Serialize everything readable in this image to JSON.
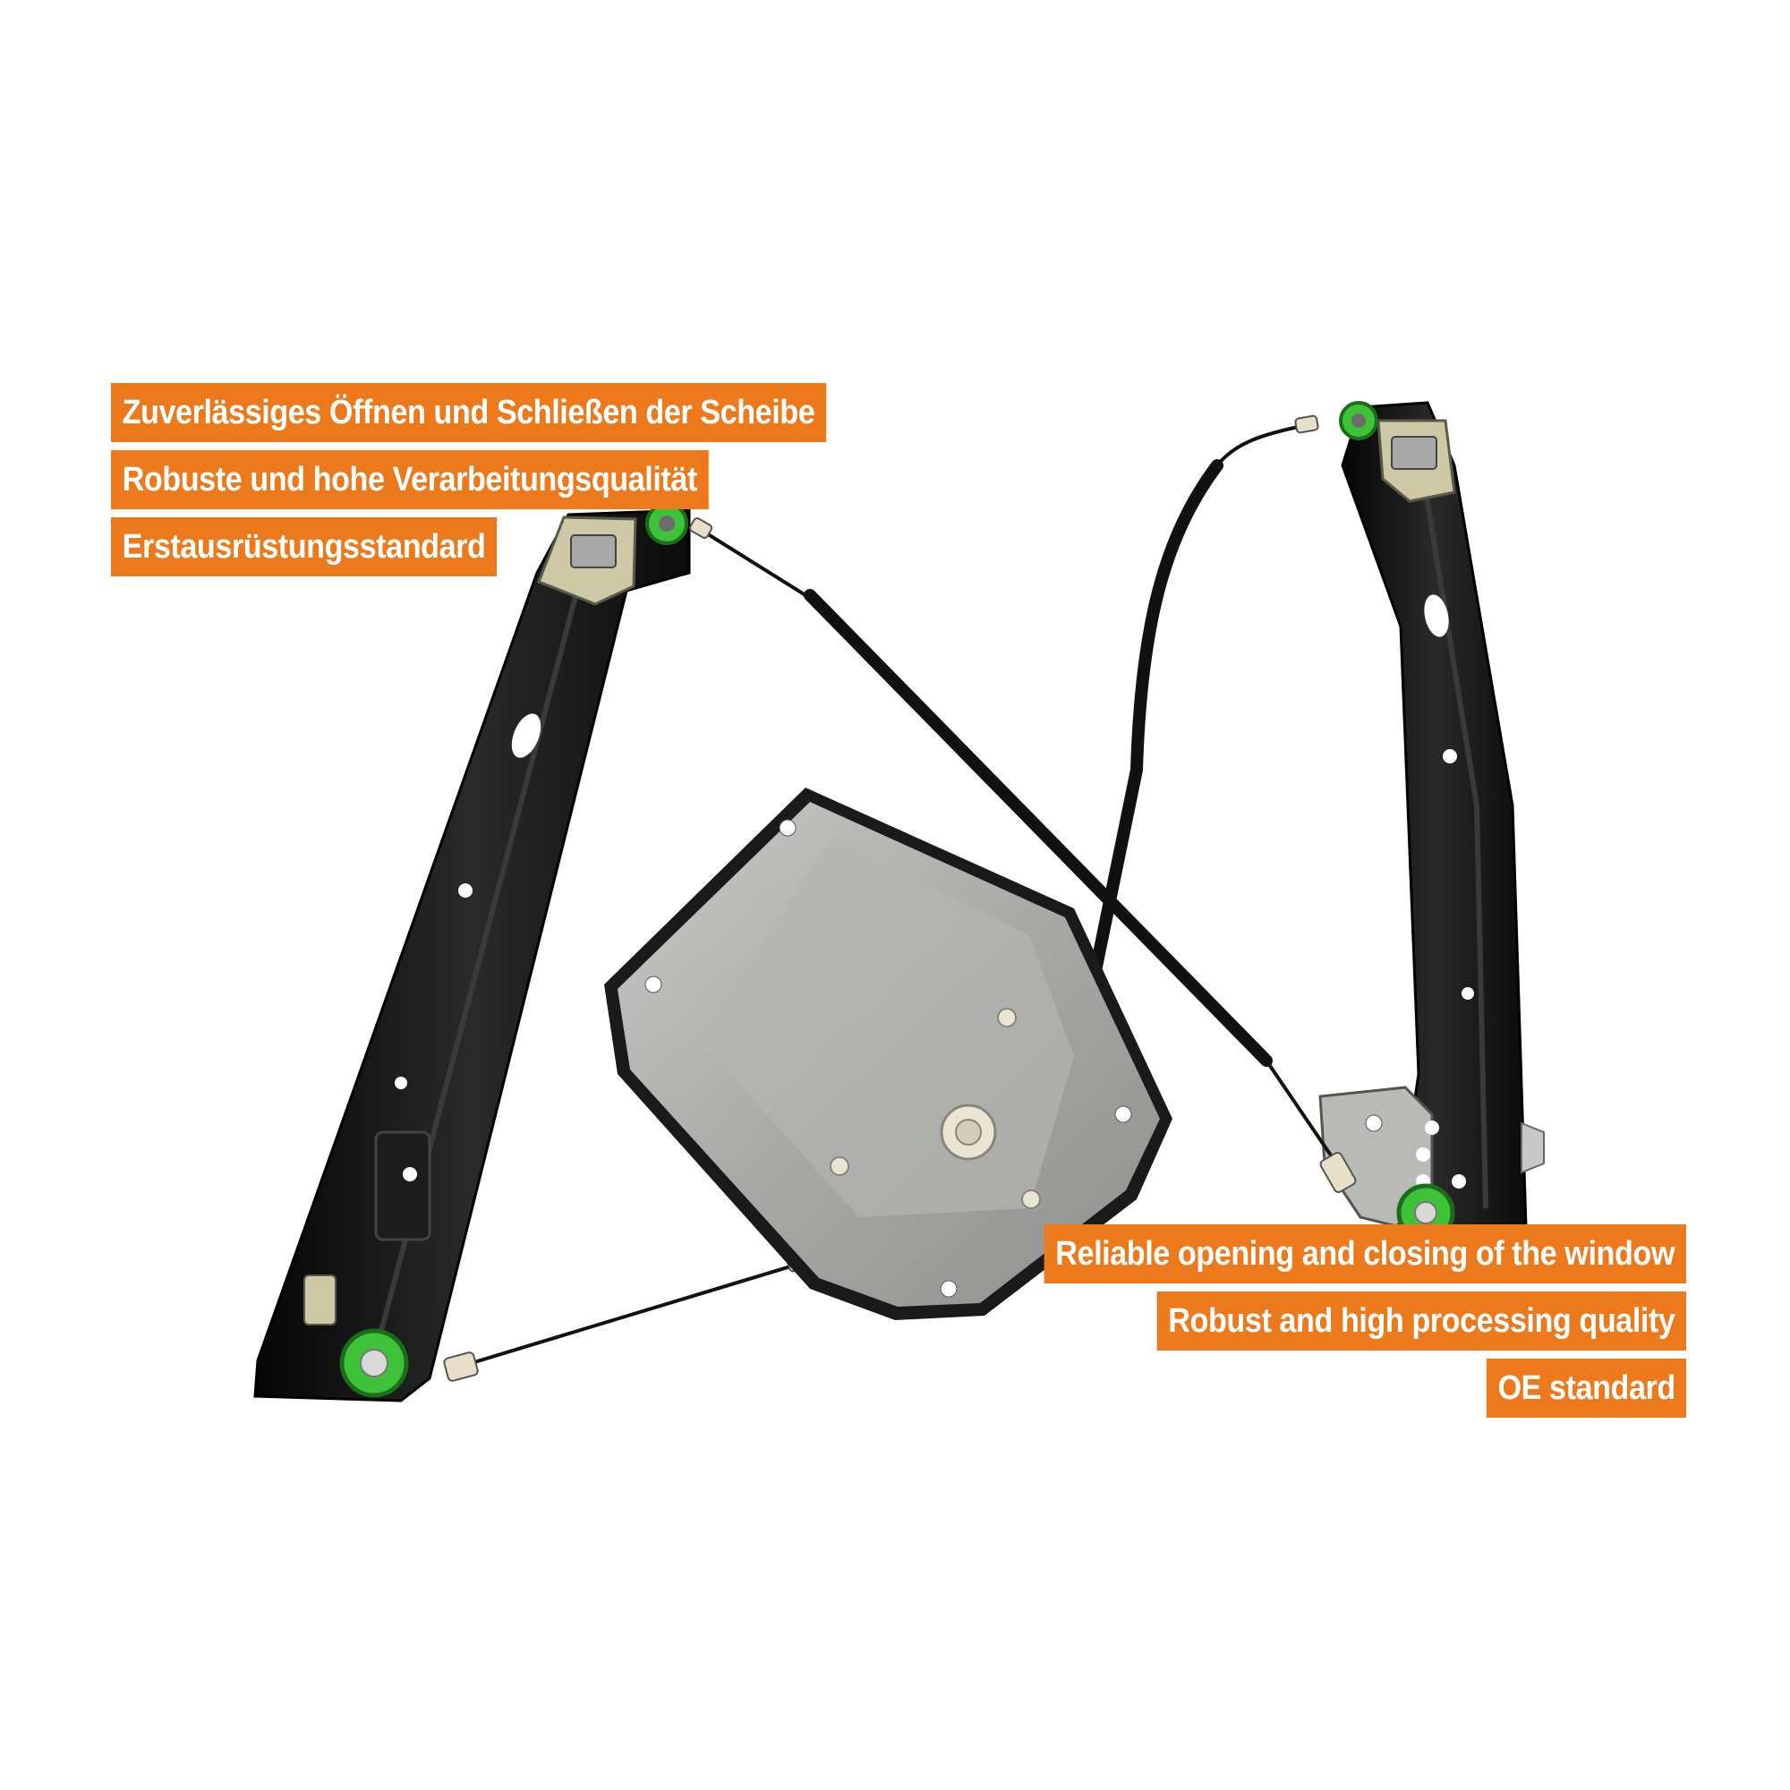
{
  "labels_de": [
    "Zuverlässiges Öffnen und Schließen der Scheibe",
    "Robuste und hohe Verarbeitungsqualität",
    "Erstausrüstungsstandard"
  ],
  "labels_en": [
    "Reliable opening and closing of the window",
    "Robust and high processing quality",
    "OE standard"
  ],
  "colors": {
    "label_background": "#ec7a1c",
    "label_text": "#ffffff",
    "rail": "#141414",
    "motor_plate": "#a9aaa7",
    "roller": "#3ec23a"
  }
}
